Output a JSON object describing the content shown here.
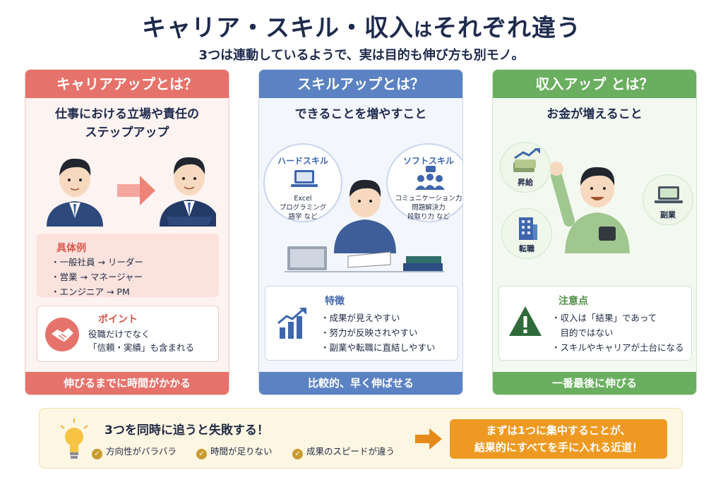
{
  "header": {
    "title_part1": "キャリア・スキル・収入",
    "title_part2": "は",
    "title_part3": "それぞれ違う",
    "subtitle": "3つは連動しているようで、実は目的も伸び方も別モノ。"
  },
  "career": {
    "heading": "キャリアアップとは？",
    "description_line1": "仕事における立場や責任の",
    "description_line2": "ステップアップ",
    "examples_title": "具体例",
    "examples": [
      "・一般社員 → リーダー",
      "・営業 → マネージャー",
      "・エンジニア → PM"
    ],
    "point_title": "ポイント",
    "point_line1": "役職だけでなく",
    "point_line2": "「信頼・実績」も含まれる",
    "footer": "伸びるまでに時間がかかる"
  },
  "skill": {
    "heading": "スキルアップとは？",
    "description": "できることを増やすこと",
    "hard_title": "ハードスキル",
    "hard_items": [
      "Excel",
      "プログラミング",
      "語学 など"
    ],
    "soft_title": "ソフトスキル",
    "soft_items": [
      "コミュニケーション力",
      "問題解決力",
      "段取り力 など"
    ],
    "feature_title": "特徴",
    "features": [
      "・成果が見えやすい",
      "・努力が反映されやすい",
      "・副業や転職に直結しやすい"
    ],
    "footer": "比較的、早く伸ばせる"
  },
  "income": {
    "heading": "収入アップ とは？",
    "description": "お金が増えること",
    "icon_labels": {
      "raise": "昇給",
      "side_job": "副業",
      "job_change": "転職"
    },
    "caution_title": "注意点",
    "cautions": [
      "・収入は「結果」であって",
      "　目的ではない",
      "・スキルやキャリアが土台になる"
    ],
    "footer": "一番最後に伸びる"
  },
  "bottom": {
    "title": "3つを同時に追うと失敗する！",
    "checks": [
      "方向性がバラバラ",
      "時間が足りない",
      "成果のスピードが違う"
    ],
    "cta_line1": "まずは1つに集中することが、",
    "cta_line2": "結果的にすべてを手に入れる近道！"
  },
  "colors": {
    "career": "#e6736b",
    "skill": "#5b82c2",
    "income": "#6aae5f",
    "cta": "#ee9a22"
  }
}
